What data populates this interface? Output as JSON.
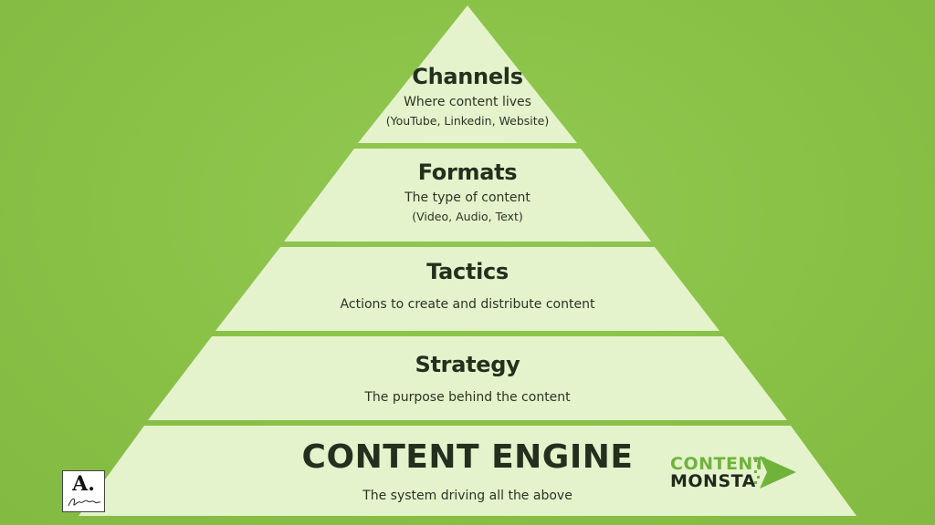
{
  "tiers": [
    {
      "title": "Channels",
      "subtitle": "Where content lives",
      "example": "(YouTube, Linkedin, Website)"
    },
    {
      "title": "Formats",
      "subtitle": "The type of content",
      "example": "(Video, Audio, Text)"
    },
    {
      "title": "Tactics",
      "subtitle": "Actions to create and distribute content"
    },
    {
      "title": "Strategy",
      "subtitle": "The purpose behind the content"
    },
    {
      "title": "CONTENT ENGINE",
      "subtitle": "The system driving all the above"
    }
  ],
  "brand": {
    "line1": "CONTENT",
    "line2": "MONSTA"
  },
  "seal": {
    "letter": "A."
  },
  "colors": {
    "background": "#8bc34a",
    "tier_fill": "#e4f3cc",
    "separator": "#8bc34a",
    "brand_green": "#6fb33a",
    "brand_dark": "#1e2a1a"
  }
}
